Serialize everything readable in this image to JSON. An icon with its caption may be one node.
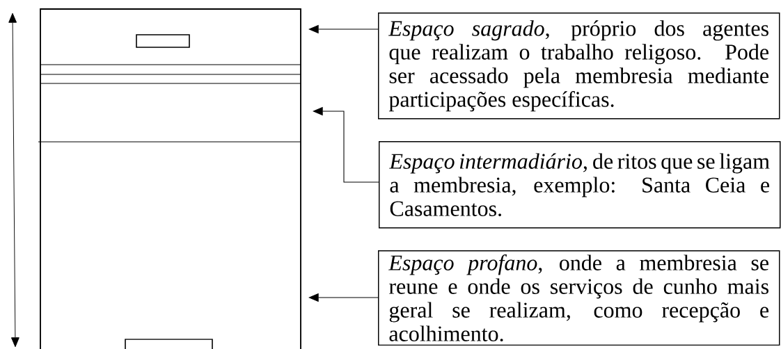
{
  "diagram": {
    "nodes": [
      {
        "text": [
          "*Espaço sagrado*, próprio dos agentes que realizam o trabalho religoso. Pode ser acessado pela membresia mediante participações específicas."
        ]
      },
      {
        "text": [
          "*Espaço intermadiário*, de ritos que se ligam a membresia, exemplo: Santa Ceia e Casamentos."
        ]
      },
      {
        "text": [
          "*Espaço profano*, onde a membresia se reune e onde os serviços de cunho mais geral se realizam, como recepção e acolhimento."
        ]
      }
    ],
    "edges": [
      {
        "from": 0,
        "to": null,
        "arrow": "to"
      },
      {
        "from": 1,
        "to": null,
        "arrow": "to"
      },
      {
        "from": 2,
        "to": null,
        "arrow": "to"
      }
    ]
  }
}
